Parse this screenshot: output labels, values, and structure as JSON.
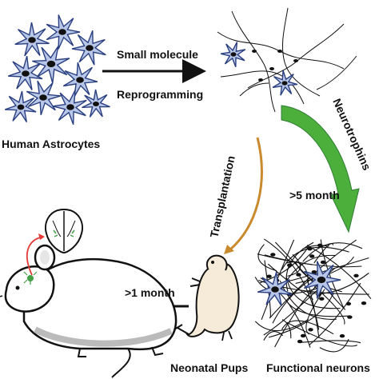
{
  "labels": {
    "human_astrocytes": "Human Astrocytes",
    "small_molecule": "Small molecule",
    "reprogramming": "Reprogramming",
    "neurotrophins": "Neurotrophins",
    "five_month": ">5 month",
    "transplantation": "Transplantation",
    "one_month": ">1 month",
    "neonatal_pups": "Neonatal Pups",
    "functional_neurons": "Functional neurons"
  },
  "colors": {
    "astrocyte_fill": "#b8c6e8",
    "astrocyte_stroke": "#2a3f80",
    "neurotrophin_arrow": "#4caf3c",
    "transplant_arrow": "#c98a2e",
    "graft_marker": "#e53935",
    "pup_fill": "#f6ebd8"
  },
  "icons": {
    "astrocyte": "astrocyte-cell-icon",
    "neuron": "neuron-cell-icon",
    "pup": "neonatal-pup-icon",
    "mouse": "adult-mouse-icon",
    "brain": "brain-section-icon"
  }
}
